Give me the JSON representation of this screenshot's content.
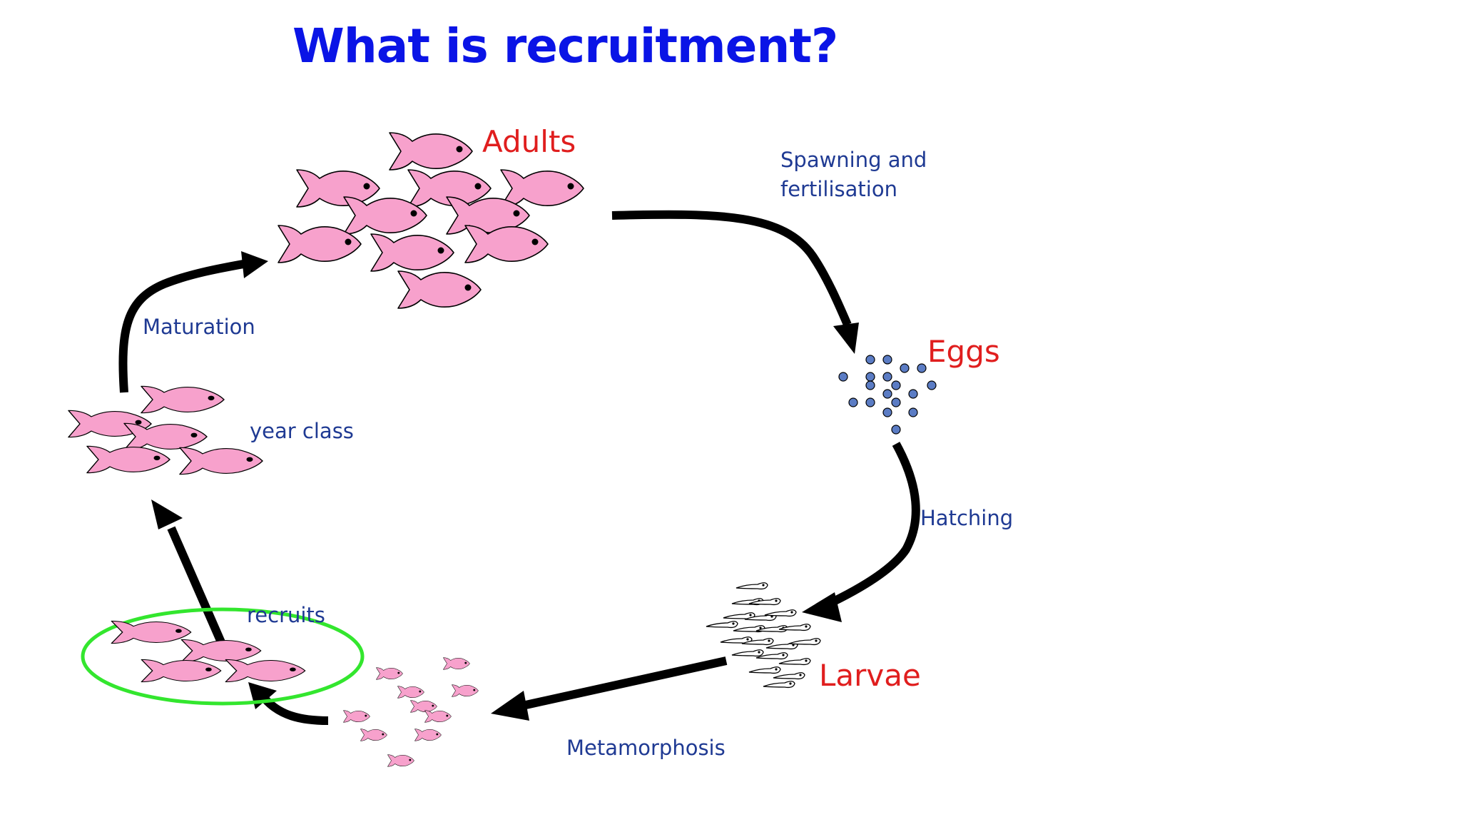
{
  "title": "What is recruitment?",
  "stages": {
    "adults": "Adults",
    "eggs": "Eggs",
    "larvae": "Larvae",
    "year_class": "year class",
    "recruits": "recruits"
  },
  "processes": {
    "spawning_line1": "Spawning and",
    "spawning_line2": "fertilisation",
    "hatching": "Hatching",
    "metamorphosis": "Metamorphosis",
    "maturation": "Maturation"
  },
  "colors": {
    "title": "#0a14e6",
    "stage_label": "#e01e1e",
    "process_label": "#1f3a93",
    "fish_fill": "#f7a1cc",
    "egg_fill": "#5b7cc4",
    "arrow": "#000000",
    "recruit_highlight": "#33e62e"
  },
  "icons": {
    "fish": "fish-icon",
    "egg": "egg-icon",
    "larva": "larva-icon",
    "arrow": "cycle-arrow"
  }
}
